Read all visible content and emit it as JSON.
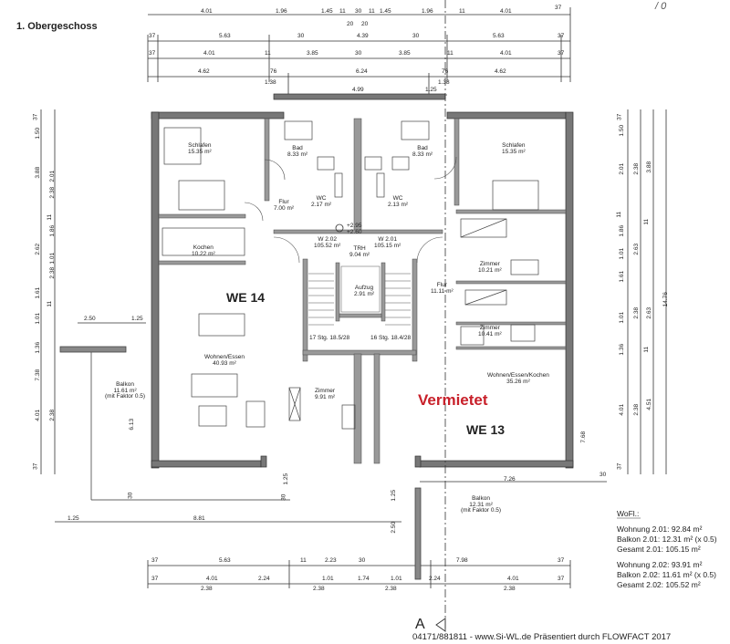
{
  "sheet_title": "1. Obergeschoss",
  "corner_mark": "/ 0",
  "section_marker": "A",
  "status_stamp": "Vermietet",
  "units": [
    {
      "label": "WE 14"
    },
    {
      "label": "WE 13"
    }
  ],
  "rooms": [
    {
      "name": "Schlafen",
      "area": "15.35 m²"
    },
    {
      "name": "Bad",
      "area": "8.33 m²"
    },
    {
      "name": "Bad",
      "area": "8.33 m²"
    },
    {
      "name": "Schlafen",
      "area": "15.35 m²"
    },
    {
      "name": "Flur",
      "area": "7.00 m²"
    },
    {
      "name": "WC",
      "area": "2.17 m²"
    },
    {
      "name": "WC",
      "area": "2.13 m²"
    },
    {
      "name": "Kochen",
      "area": "10.22 m²"
    },
    {
      "name": "W 2.02",
      "area": "105.52 m²"
    },
    {
      "name": "TRH",
      "area": "9.04 m²"
    },
    {
      "name": "W 2.01",
      "area": "105.15 m²"
    },
    {
      "name": "Zimmer",
      "area": "10.21 m²"
    },
    {
      "name": "Aufzug",
      "area": "2.91 m²"
    },
    {
      "name": "Flur",
      "area": "11.11 m²"
    },
    {
      "name": "Zimmer",
      "area": "10.41 m²"
    },
    {
      "name": "Wohnen/Essen",
      "area": "40.93 m²"
    },
    {
      "name": "Wohnen/Essen/Kochen",
      "area": "35.26 m²"
    },
    {
      "name": "Zimmer",
      "area": "9.91 m²"
    },
    {
      "name": "Balkon",
      "area": "11.61 m²",
      "note": "(mit Faktor 0.5)"
    },
    {
      "name": "Balkon",
      "area": "12.31 m²",
      "note": "(mit Faktor 0.5)"
    }
  ],
  "stairs": [
    "17 Stg. 18.5/28",
    "16 Stg. 18.4/28"
  ],
  "levels": [
    "+2.95",
    "+2.60"
  ],
  "dimensions": {
    "top": [
      [
        "4.01",
        "1.96",
        "1.45",
        "11",
        "30",
        "11",
        "1.45",
        "1.96",
        "11",
        "4.01",
        "37"
      ],
      [
        "20",
        "20"
      ],
      [
        "37",
        "5.63",
        "30",
        "4.39",
        "30",
        "5.63",
        "37"
      ],
      [
        "37",
        "4.01",
        "11",
        "3.85",
        "30",
        "3.85",
        "11",
        "4.01",
        "37"
      ],
      [
        "4.62",
        "76",
        "6.24",
        "76",
        "4.62"
      ],
      [
        "1.38",
        "4.99",
        "1.25",
        "1.38"
      ]
    ],
    "left": [
      "37",
      "1.50",
      "3.88",
      "2.01",
      "2.38",
      "11",
      "1.86",
      "2.62",
      "1.01",
      "2.38",
      "1.61",
      "11",
      "1.01",
      "1.36",
      "7.38",
      "4.01",
      "2.38",
      "37"
    ],
    "right": [
      "37",
      "1.50",
      "2.01",
      "3.88",
      "2.38",
      "11",
      "1.86",
      "1.01",
      "2.63",
      "1.61",
      "11",
      "2.38",
      "1.01",
      "2.63",
      "1.36",
      "11",
      "4.51",
      "4.01",
      "2.38",
      "7.68",
      "37",
      "14.76"
    ],
    "bottom": [
      [
        "2.50",
        "1.25"
      ],
      [
        "1.25",
        "30",
        "30",
        "7.26",
        "30"
      ],
      [
        "1.25",
        "8.81",
        "6.13"
      ],
      [
        "37",
        "5.63",
        "11",
        "2.23",
        "30",
        "7.98",
        "37"
      ],
      [
        "37",
        "4.01",
        "2.24",
        "1.01",
        "1.74",
        "1.01",
        "2.24",
        "4.01",
        "37"
      ],
      [
        "2.38",
        "2.38",
        "2.38",
        "2.38"
      ],
      [
        "2.50",
        "1.25"
      ]
    ]
  },
  "wofl": {
    "title": "WoFl.:",
    "lines": [
      "Wohnung 2.01: 92.84 m²",
      "Balkon 2.01: 12.31 m² (x 0.5)",
      "Gesamt 2.01: 105.15 m²",
      "Wohnung 2.02: 93.91 m²",
      "Balkon 2.02: 11.61 m² (x 0.5)",
      "Gesamt 2.02: 105.52 m²"
    ]
  },
  "footer": "04171/881811 - www.Si-WL.de Präsentiert durch FLOWFACT 2017"
}
